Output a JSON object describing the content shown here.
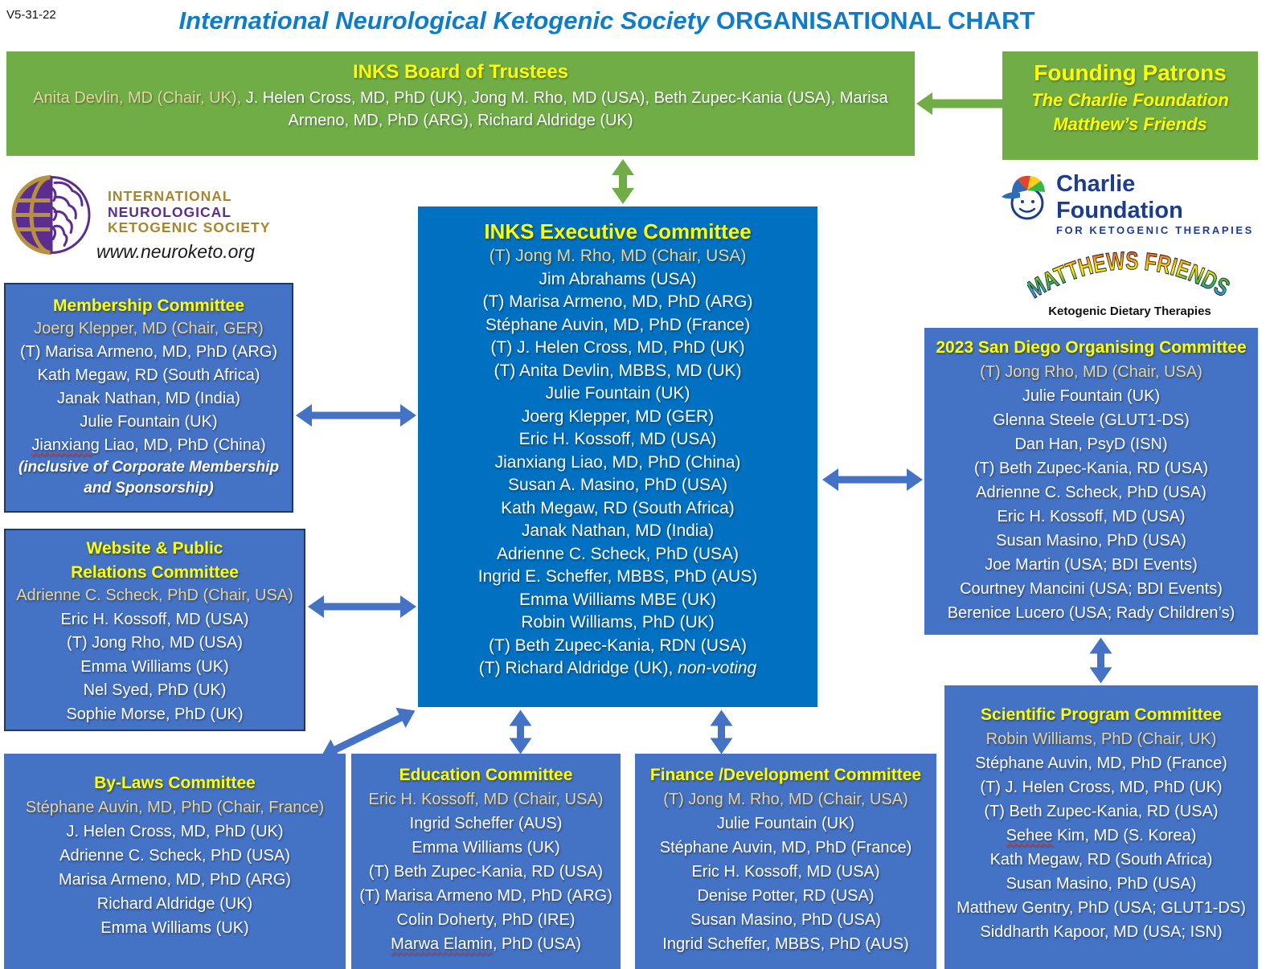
{
  "version": "V5-31-22",
  "title": {
    "italic": "International Neurological Ketogenic Society",
    "bold": "ORGANISATIONAL CHART"
  },
  "colors": {
    "green": "#70AD47",
    "blue": "#4472C4",
    "exec_blue": "#0070C0",
    "yellow": "#FFFF00",
    "tan": "#E7D49C",
    "title_blue": "#0E7CC7",
    "navy": "#1B3C8F"
  },
  "board": {
    "title": "INKS Board of Trustees",
    "chair": "Anita Devlin, MD (Chair, UK),",
    "members": " J. Helen Cross, MD, PhD (UK), Jong M. Rho, MD (USA), Beth Zupec-Kania (USA), Marisa Armeno, MD, PhD (ARG), Richard Aldridge (UK)"
  },
  "patrons": {
    "title": "Founding Patrons",
    "lines": [
      "The Charlie Foundation",
      "Matthew’s Friends"
    ]
  },
  "inks_logo": {
    "lines": [
      "INTERNATIONAL",
      "NEUROLOGICAL",
      "KETOGENIC SOCIETY"
    ],
    "url": "www.neuroketo.org"
  },
  "charlie": {
    "line1": "Charlie Foundation",
    "line2": "FOR KETOGENIC THERAPIES"
  },
  "matthews": {
    "name": "MATTHEWS FRIENDS",
    "tagline": "Ketogenic Dietary Therapies"
  },
  "committees": {
    "exec": {
      "title": [
        "INKS Executive Committee"
      ],
      "chair": "(T) Jong M. Rho, MD (Chair, USA)",
      "members": [
        "Jim Abrahams (USA)",
        "(T) Marisa Armeno, MD, PhD (ARG)",
        "Stéphane Auvin, MD, PhD (France)",
        "(T) J. Helen Cross, MD, PhD (UK)",
        "(T) Anita Devlin, MBBS, MD (UK)",
        "Julie Fountain (UK)",
        "Joerg Klepper, MD (GER)",
        "Eric H. Kossoff, MD (USA)",
        "Jianxiang Liao, MD, PhD (China)",
        "Susan A. Masino, PhD (USA)",
        "Kath Megaw, RD (South Africa)",
        "Janak Nathan, MD (India)",
        "Adrienne C. Scheck, PhD (USA)",
        "Ingrid E. Scheffer, MBBS, PhD (AUS)",
        "Emma Williams MBE (UK)",
        "Robin Williams, PhD (UK)",
        "(T) Beth Zupec-Kania, RDN (USA)",
        {
          "segs": [
            {
              "t": "(T) Richard Aldridge (UK), "
            },
            {
              "t": "non-voting",
              "i": true
            }
          ]
        }
      ]
    },
    "membership": {
      "title": [
        "Membership Committee"
      ],
      "chair": "Joerg Klepper, MD (Chair, GER)",
      "members": [
        "(T) Marisa Armeno, MD, PhD (ARG)",
        "Kath Megaw, RD (South Africa)",
        "Janak Nathan, MD (India)",
        "Julie Fountain (UK)",
        {
          "segs": [
            {
              "t": "Jianxiang",
              "sq": true
            },
            {
              "t": " Liao, MD, PhD (China)"
            }
          ]
        }
      ],
      "note": "(inclusive of Corporate Membership and Sponsorship)"
    },
    "website": {
      "title": [
        "Website & Public",
        "Relations Committee"
      ],
      "chair": "Adrienne C. Scheck, PhD (Chair, USA)",
      "members": [
        "Eric H. Kossoff, MD (USA)",
        "(T) Jong Rho, MD (USA)",
        "Emma Williams (UK)",
        "Nel Syed, PhD (UK)",
        "Sophie Morse, PhD (UK)"
      ]
    },
    "bylaws": {
      "title": [
        "By-Laws Committee"
      ],
      "chair": "Stéphane Auvin, MD, PhD (Chair, France)",
      "members": [
        "J. Helen Cross, MD, PhD (UK)",
        "Adrienne C. Scheck, PhD (USA)",
        "Marisa Armeno, MD, PhD (ARG)",
        "Richard Aldridge (UK)",
        "Emma Williams (UK)"
      ]
    },
    "education": {
      "title": [
        "Education Committee"
      ],
      "chair": "Eric H. Kossoff, MD (Chair, USA)",
      "members": [
        "Ingrid Scheffer (AUS)",
        "Emma Williams (UK)",
        "(T) Beth Zupec-Kania, RD (USA)",
        "(T) Marisa Armeno MD, PhD (ARG)",
        "Colin Doherty, PhD (IRE)",
        {
          "segs": [
            {
              "t": "Marwa Elamin",
              "sq": true
            },
            {
              "t": ", PhD (USA)"
            }
          ]
        }
      ]
    },
    "finance": {
      "title": [
        "Finance /Development Committee"
      ],
      "chair": "(T) Jong M. Rho, MD (Chair, USA)",
      "members": [
        "Julie Fountain (UK)",
        "Stéphane Auvin, MD, PhD (France)",
        "Eric H. Kossoff, MD (USA)",
        "Denise Potter, RD (USA)",
        "Susan Masino, PhD (USA)",
        "Ingrid Scheffer, MBBS, PhD (AUS)"
      ]
    },
    "sandiego": {
      "title": [
        "2023 San Diego Organising Committee"
      ],
      "chair": "(T) Jong Rho, MD (Chair, USA)",
      "members": [
        "Julie Fountain (UK)",
        "Glenna Steele (GLUT1-DS)",
        "Dan Han, PsyD (ISN)",
        "(T) Beth Zupec-Kania, RD (USA)",
        "Adrienne C. Scheck, PhD (USA)",
        "Eric H. Kossoff, MD (USA)",
        "Susan Masino, PhD (USA)",
        "Joe Martin (USA; BDI Events)",
        "Courtney Mancini (USA; BDI Events)",
        "Berenice Lucero (USA; Rady Children’s)"
      ]
    },
    "scientific": {
      "title": [
        "Scientific Program Committee"
      ],
      "chair": "Robin Williams, PhD (Chair, UK)",
      "members": [
        "Stéphane Auvin, MD, PhD (France)",
        "(T) J. Helen Cross, MD, PhD (UK)",
        "(T) Beth Zupec-Kania, RD (USA)",
        {
          "segs": [
            {
              "t": "Sehee",
              "sq": true
            },
            {
              "t": " Kim, MD (S. Korea)"
            }
          ]
        },
        "Kath Megaw, RD (South Africa)",
        "Susan Masino, PhD (USA)",
        "Matthew Gentry, PhD (USA; GLUT1-DS)",
        "Siddharth Kapoor, MD (USA; ISN)"
      ]
    }
  }
}
